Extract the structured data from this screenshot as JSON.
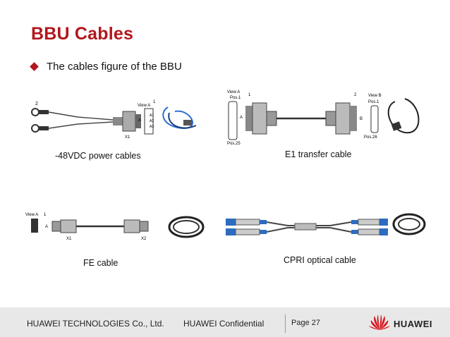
{
  "slide": {
    "title": "BBU Cables",
    "bullet": "The cables figure of the BBU"
  },
  "figures": {
    "power": {
      "caption": "-48VDC power cables",
      "labels": {
        "n2": "2",
        "n1": "1",
        "view": "View A",
        "a": "A",
        "a1": "A1",
        "a2": "A2",
        "a3": "A3",
        "x1": "X1"
      }
    },
    "e1": {
      "caption": "E1 transfer cable",
      "labels": {
        "viewA": "View A",
        "pos1a": "Pos.1",
        "n1": "1",
        "a": "A",
        "pos25": "Pos.25",
        "n2": "2",
        "viewB": "View B",
        "pos1b": "Pos.1",
        "b": "B",
        "pos26": "Pos.26"
      }
    },
    "fe": {
      "caption": "FE cable",
      "labels": {
        "view": "View A",
        "n1": "1",
        "a": "A",
        "x1": "X1",
        "x2": "X2"
      }
    },
    "cpri": {
      "caption": "CPRI optical cable"
    }
  },
  "footer": {
    "company": "HUAWEI TECHNOLOGIES Co., Ltd.",
    "confidential": "HUAWEI Confidential",
    "page": "Page 27",
    "brand": "HUAWEI"
  },
  "colors": {
    "title": "#b2171d",
    "logo": "#d71920",
    "footer_bg": "#e8e8e8"
  }
}
